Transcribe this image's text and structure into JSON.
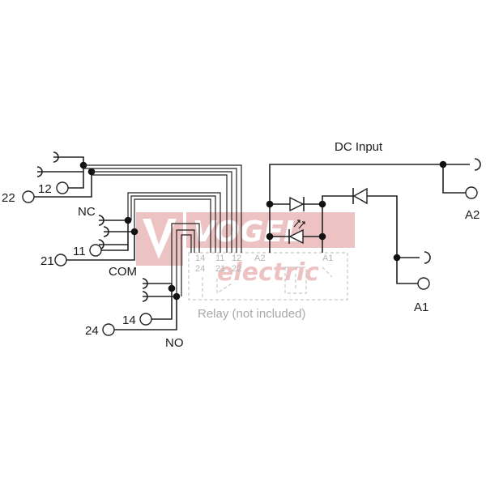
{
  "labels": {
    "dc_input": "DC Input",
    "nc": "NC",
    "com": "COM",
    "no": "NO",
    "t22": "22",
    "t12": "12",
    "t11": "11",
    "t21": "21",
    "t14": "14",
    "t24": "24",
    "a1": "A1",
    "a2": "A2"
  },
  "relay": {
    "caption": "Relay (not included)",
    "pins_top": [
      "14",
      "11",
      "12",
      "A2",
      "A1"
    ],
    "pins_bottom": [
      "24",
      "21",
      "22"
    ]
  },
  "watermark": {
    "brand": "VOGEL",
    "sub": "electric",
    "color": "#c0282d"
  }
}
